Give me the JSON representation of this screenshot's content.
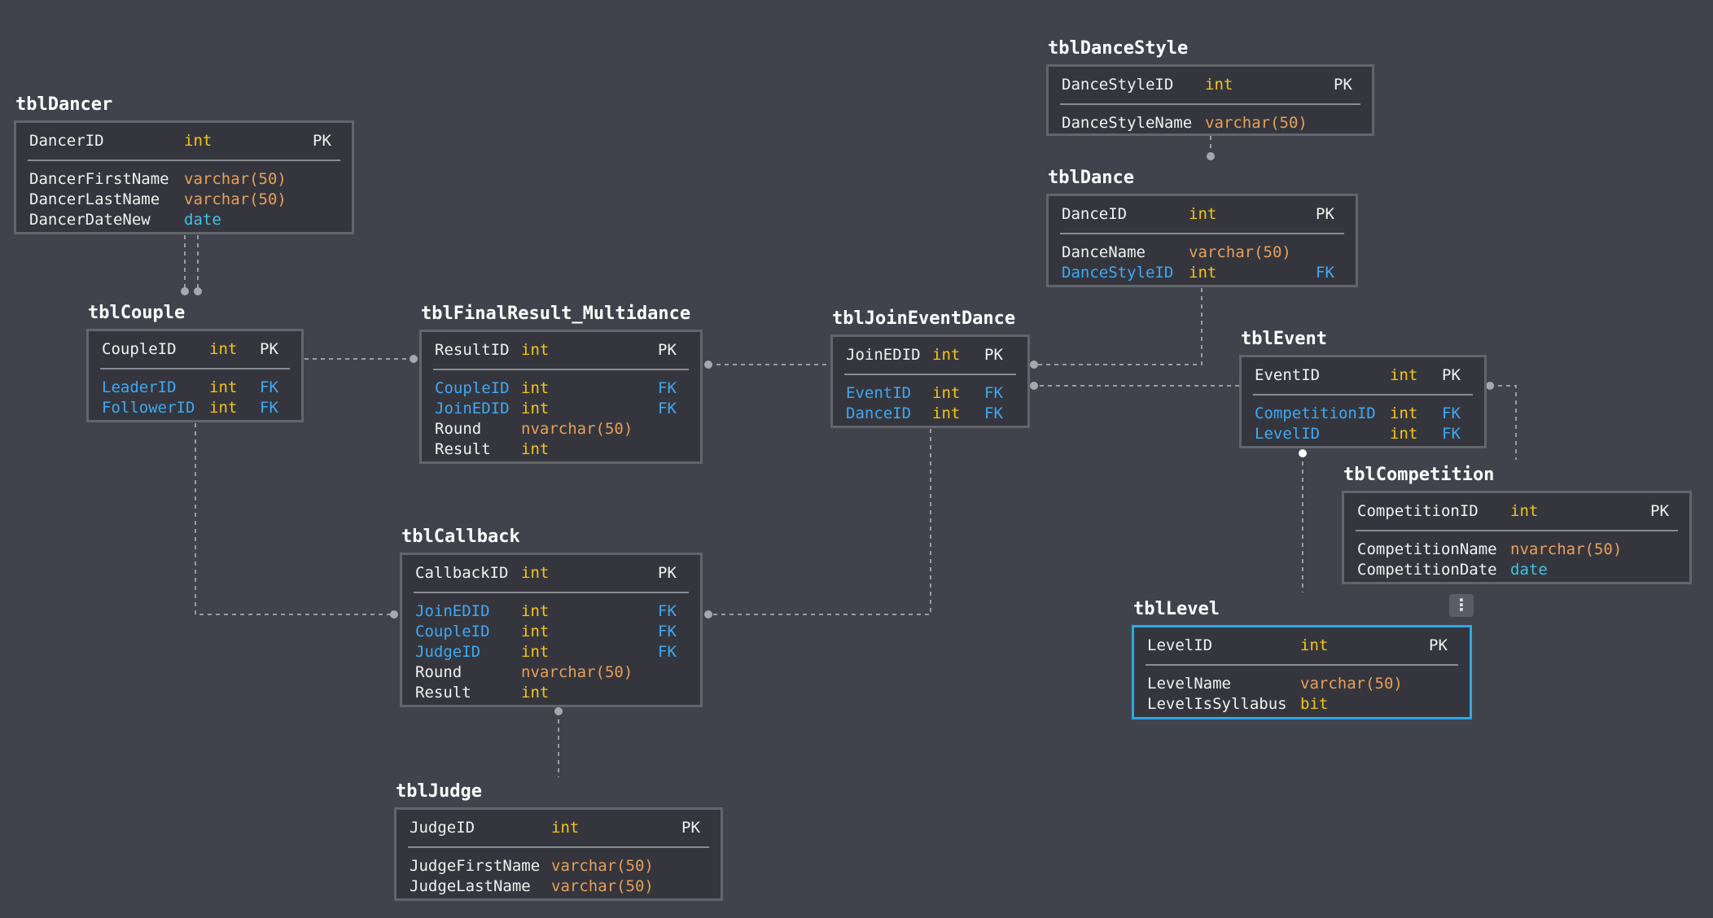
{
  "diagram": {
    "tables": {
      "tblDanceStyle": {
        "title": "tblDanceStyle",
        "pk": {
          "name": "DanceStyleID",
          "type": "int",
          "kind": "PK"
        },
        "columns": [
          {
            "name": "DanceStyleName",
            "type": "varchar(50)",
            "kind": ""
          }
        ]
      },
      "tblDancer": {
        "title": "tblDancer",
        "pk": {
          "name": "DancerID",
          "type": "int",
          "kind": "PK"
        },
        "columns": [
          {
            "name": "DancerFirstName",
            "type": "varchar(50)",
            "kind": ""
          },
          {
            "name": "DancerLastName",
            "type": "varchar(50)",
            "kind": ""
          },
          {
            "name": "DancerDateNew",
            "type": "date",
            "kind": ""
          }
        ]
      },
      "tblDance": {
        "title": "tblDance",
        "pk": {
          "name": "DanceID",
          "type": "int",
          "kind": "PK"
        },
        "columns": [
          {
            "name": "DanceName",
            "type": "varchar(50)",
            "kind": ""
          },
          {
            "name": "DanceStyleID",
            "type": "int",
            "kind": "FK"
          }
        ]
      },
      "tblCouple": {
        "title": "tblCouple",
        "pk": {
          "name": "CoupleID",
          "type": "int",
          "kind": "PK"
        },
        "columns": [
          {
            "name": "LeaderID",
            "type": "int",
            "kind": "FK"
          },
          {
            "name": "FollowerID",
            "type": "int",
            "kind": "FK"
          }
        ]
      },
      "tblFinalResult": {
        "title": "tblFinalResult_Multidance",
        "pk": {
          "name": "ResultID",
          "type": "int",
          "kind": "PK"
        },
        "columns": [
          {
            "name": "CoupleID",
            "type": "int",
            "kind": "FK"
          },
          {
            "name": "JoinEDID",
            "type": "int",
            "kind": "FK"
          },
          {
            "name": "Round",
            "type": "nvarchar(50)",
            "kind": ""
          },
          {
            "name": "Result",
            "type": "int",
            "kind": ""
          }
        ]
      },
      "tblJoinEventDance": {
        "title": "tblJoinEventDance",
        "pk": {
          "name": "JoinEDID",
          "type": "int",
          "kind": "PK"
        },
        "columns": [
          {
            "name": "EventID",
            "type": "int",
            "kind": "FK"
          },
          {
            "name": "DanceID",
            "type": "int",
            "kind": "FK"
          }
        ]
      },
      "tblEvent": {
        "title": "tblEvent",
        "pk": {
          "name": "EventID",
          "type": "int",
          "kind": "PK"
        },
        "columns": [
          {
            "name": "CompetitionID",
            "type": "int",
            "kind": "FK"
          },
          {
            "name": "LevelID",
            "type": "int",
            "kind": "FK"
          }
        ]
      },
      "tblCompetition": {
        "title": "tblCompetition",
        "pk": {
          "name": "CompetitionID",
          "type": "int",
          "kind": "PK"
        },
        "columns": [
          {
            "name": "CompetitionName",
            "type": "nvarchar(50)",
            "kind": ""
          },
          {
            "name": "CompetitionDate",
            "type": "date",
            "kind": ""
          }
        ]
      },
      "tblCallback": {
        "title": "tblCallback",
        "pk": {
          "name": "CallbackID",
          "type": "int",
          "kind": "PK"
        },
        "columns": [
          {
            "name": "JoinEDID",
            "type": "int",
            "kind": "FK"
          },
          {
            "name": "CoupleID",
            "type": "int",
            "kind": "FK"
          },
          {
            "name": "JudgeID",
            "type": "int",
            "kind": "FK"
          },
          {
            "name": "Round",
            "type": "nvarchar(50)",
            "kind": ""
          },
          {
            "name": "Result",
            "type": "int",
            "kind": ""
          }
        ]
      },
      "tblLevel": {
        "title": "tblLevel",
        "pk": {
          "name": "LevelID",
          "type": "int",
          "kind": "PK"
        },
        "columns": [
          {
            "name": "LevelName",
            "type": "varchar(50)",
            "kind": ""
          },
          {
            "name": "LevelIsSyllabus",
            "type": "bit",
            "kind": ""
          }
        ]
      },
      "tblJudge": {
        "title": "tblJudge",
        "pk": {
          "name": "JudgeID",
          "type": "int",
          "kind": "PK"
        },
        "columns": [
          {
            "name": "JudgeFirstName",
            "type": "varchar(50)",
            "kind": ""
          },
          {
            "name": "JudgeLastName",
            "type": "varchar(50)",
            "kind": ""
          }
        ]
      }
    },
    "selected_table": "tblLevel",
    "menu_icon": "vertical-ellipsis-icon",
    "colors": {
      "background": "#41434c",
      "table_fill": "#35363d",
      "table_border": "#63656d",
      "selected_border": "#2ea8e6",
      "type_int": "#f5c518",
      "type_varchar": "#e8a05a",
      "type_date": "#3fc4e6",
      "foreign_key": "#3fa9f5",
      "connector": "#9a9ca3"
    }
  }
}
